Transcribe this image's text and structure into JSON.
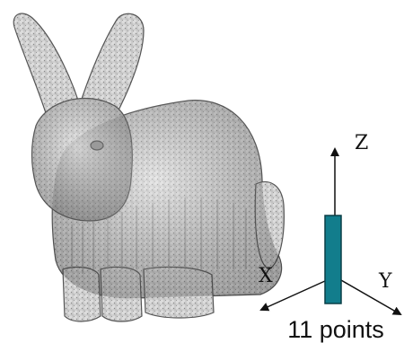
{
  "axes": {
    "x_label": "X",
    "y_label": "Y",
    "z_label": "Z"
  },
  "caption": "11 points",
  "colors": {
    "bar_fill": "#127D8C",
    "bar_stroke": "#0A3E47",
    "axis": "#111111",
    "bunny": "#D6D6D6"
  }
}
